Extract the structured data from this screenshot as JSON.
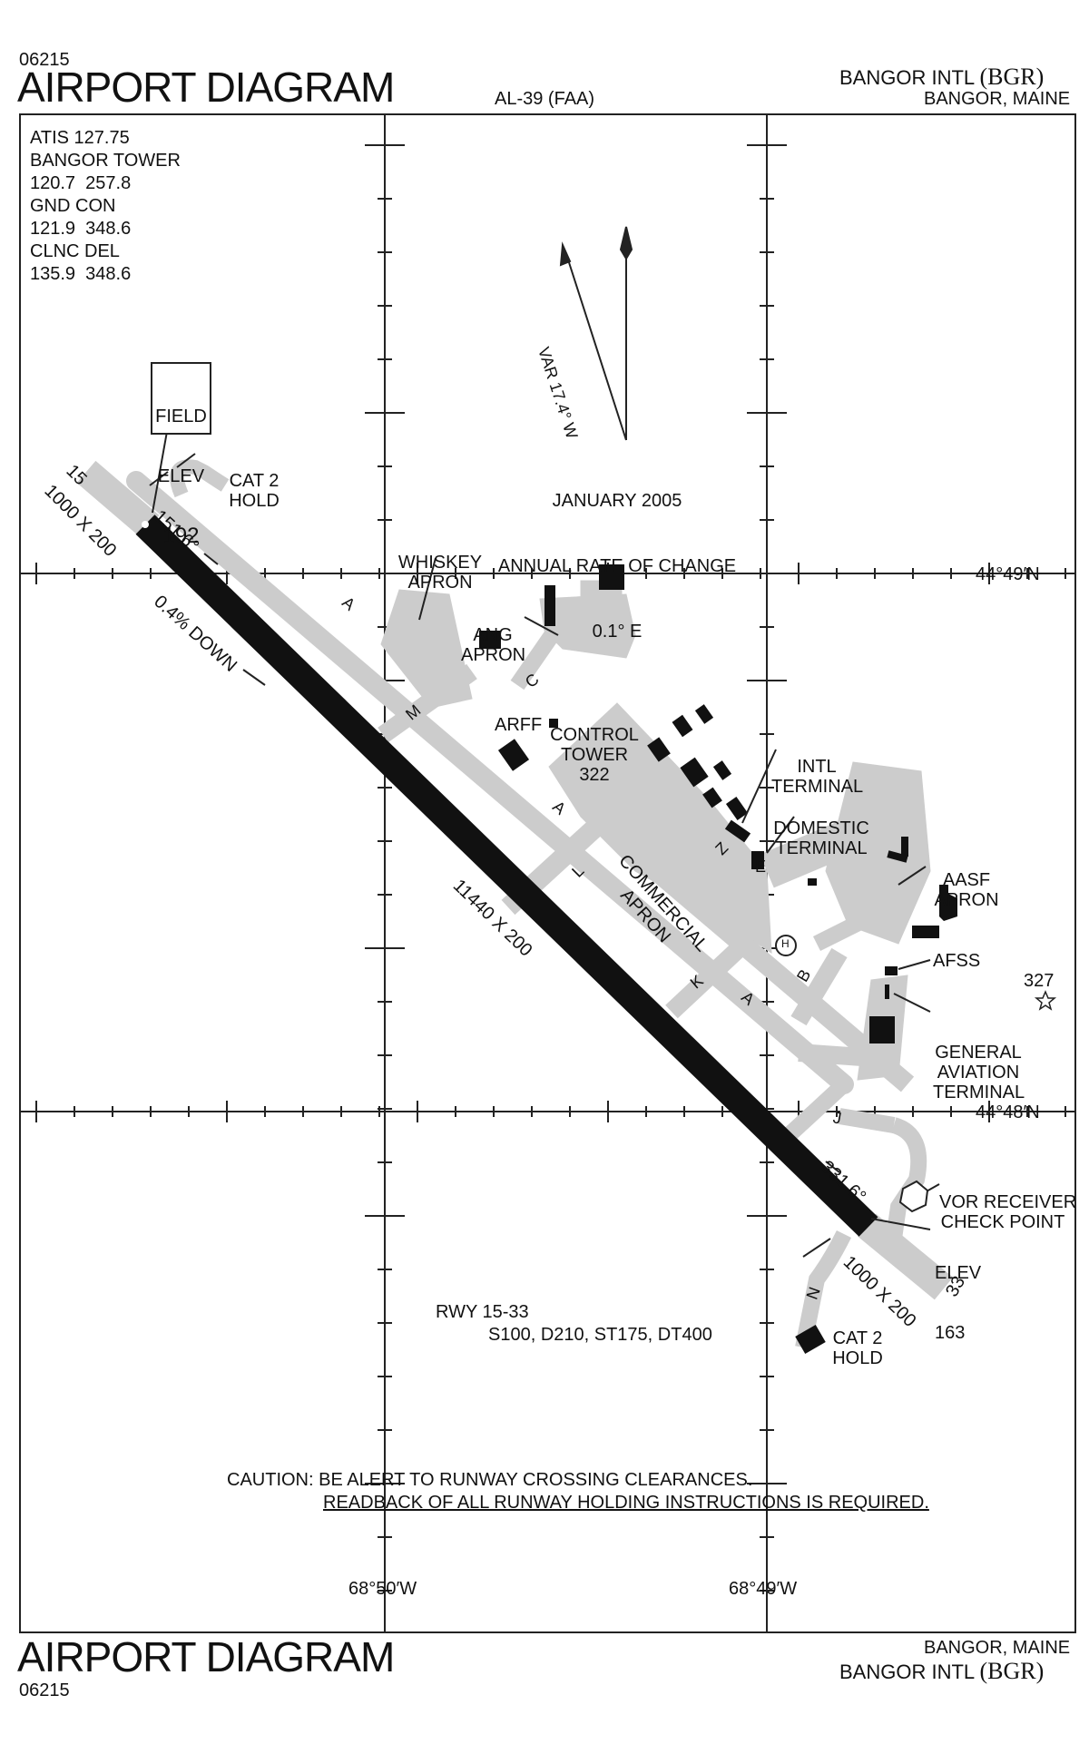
{
  "header": {
    "code_top": "06215",
    "title_top": "AIRPORT DIAGRAM",
    "chart_id": "AL-39 (FAA)",
    "airport_name": "BANGOR INTL",
    "airport_id": "(BGR)",
    "location": "BANGOR, MAINE"
  },
  "footer": {
    "title": "AIRPORT DIAGRAM",
    "code": "06215",
    "location": "BANGOR, MAINE",
    "airport_name": "BANGOR INTL",
    "airport_id": "(BGR)"
  },
  "frequencies": [
    "ATIS 127.75",
    "BANGOR TOWER",
    "120.7  257.8",
    "GND CON",
    "121.9  348.6",
    "CLNC DEL",
    "135.9  348.6"
  ],
  "field_elev": {
    "label1": "FIELD",
    "label2": "ELEV",
    "value": "192"
  },
  "magnetic": {
    "variation": "VAR 17.4° W",
    "date": "JANUARY 2005",
    "rate_label": "ANNUAL RATE OF CHANGE",
    "rate": "0.1° E"
  },
  "runway": {
    "dims": "11440 X 200",
    "end15": "15",
    "end15_overrun": "1000 X 200",
    "end15_heading": "151.6°",
    "gradient": "0.4% DOWN",
    "end33": "33",
    "end33_overrun": "1000 X 200",
    "end33_heading": "331.6°",
    "elev33_label": "ELEV",
    "elev33": "163",
    "rwy_label": "RWY 15-33",
    "strength": "S100, D210, ST175, DT400"
  },
  "labels": {
    "cat2_hold_a": "CAT 2",
    "cat2_hold_b": "HOLD",
    "whiskey1": "WHISKEY",
    "whiskey2": "APRON",
    "ang1": "ANG",
    "ang2": "APRON",
    "tower1": "CONTROL",
    "tower2": "TOWER",
    "tower3": "322",
    "arff": "ARFF",
    "intl1": "INTL",
    "intl2": "TERMINAL",
    "dom1": "DOMESTIC",
    "dom2": "TERMINAL",
    "commercial1": "COMMERCIAL",
    "commercial2": "APRON",
    "aasf1": "AASF",
    "aasf2": "APRON",
    "afss": "AFSS",
    "elev327": "327",
    "ga1": "GENERAL",
    "ga2": "AVIATION",
    "ga3": "TERMINAL",
    "vor1": "VOR RECEIVER",
    "vor2": "CHECK POINT",
    "heli": "H"
  },
  "taxiways": {
    "A": "A",
    "M": "M",
    "C": "C",
    "L": "L",
    "K": "K",
    "B": "B",
    "J": "J",
    "N": "N",
    "E": "E",
    "Z": "Z"
  },
  "coords": {
    "lat1": "44°49′N",
    "lat2": "44°48′N",
    "lon1": "68°50′W",
    "lon2": "68°49′W"
  },
  "caution": {
    "line1": "CAUTION: BE ALERT TO RUNWAY CROSSING CLEARANCES.",
    "line2": "READBACK OF ALL RUNWAY HOLDING INSTRUCTIONS IS REQUIRED."
  },
  "colors": {
    "runway": "#111111",
    "pavement": "#cccccc",
    "ink": "#222222"
  }
}
